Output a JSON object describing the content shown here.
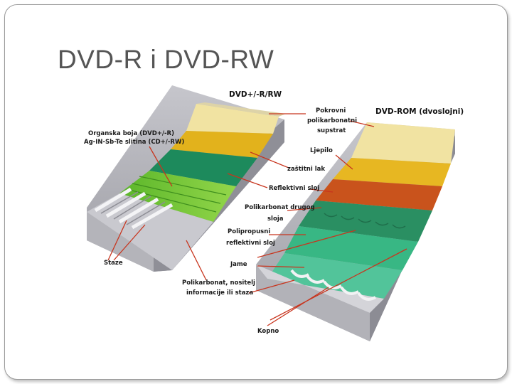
{
  "slide": {
    "title": "DVD-R i DVD-RW"
  },
  "diagram": {
    "left_header": "DVD+/-R/RW",
    "right_header": "DVD-ROM (dvoslojni)",
    "labels": {
      "organic_1": "Organska boja (DVD+/-R)",
      "organic_2": "Ag-IN-Sb-Te slitina (CD+/-RW)",
      "cover_1": "Pokrovni",
      "cover_2": "polikarbonatni",
      "cover_3": "supstrat",
      "glue": "Ljepilo",
      "lacquer": "zaštitni lak",
      "reflective": "Reflektivni sloj",
      "poly2_1": "Polikarbonat drugog",
      "poly2_2": "sloja",
      "semi_1": "Polipropusni",
      "semi_2": "reflektivni sloj",
      "pits": "Jame",
      "tracks": "Staze",
      "substrate_1": "Polikarbonat, nositelj",
      "substrate_2": "informacije ili staza",
      "land": "Kopno"
    },
    "colors": {
      "polycarbonate": "#cfcfd4",
      "cover": "#f1e3a2",
      "lacquer": "#e2b21c",
      "reflective": "#1d8a5c",
      "dye": "#7cc63a",
      "glue": "#d57a1c",
      "leader": "#c8351e"
    }
  }
}
